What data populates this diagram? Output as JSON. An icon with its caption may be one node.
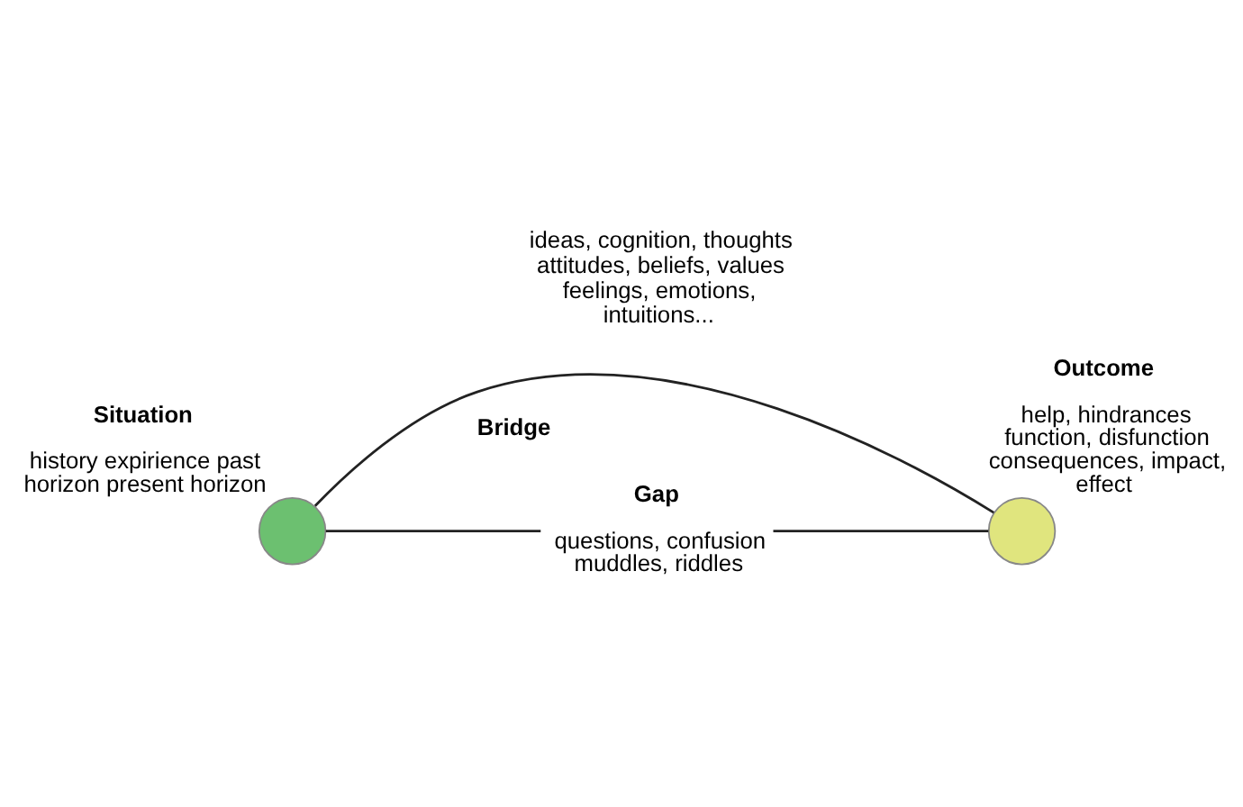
{
  "diagram": {
    "nodes": [
      {
        "text": [
          "Situation",
          "history expirience past horizon present horizon"
        ]
      },
      {
        "text": [
          "Gap",
          "questions, confusion muddles, riddles"
        ]
      },
      {
        "text": [
          "Outcome",
          "help, hindrances function, disfunction consequences, impact, effect"
        ]
      }
    ],
    "edges": [
      {
        "from": 0,
        "to": 1,
        "arrow": "none"
      },
      {
        "from": 1,
        "to": 2,
        "arrow": "none"
      },
      {
        "from": 0,
        "to": 2,
        "arrow": "none",
        "label": "Bridge"
      }
    ],
    "labels": [
      "ideas, cognition, thoughts attitudes, beliefs, values feelings, emotions, intuitions..."
    ]
  }
}
